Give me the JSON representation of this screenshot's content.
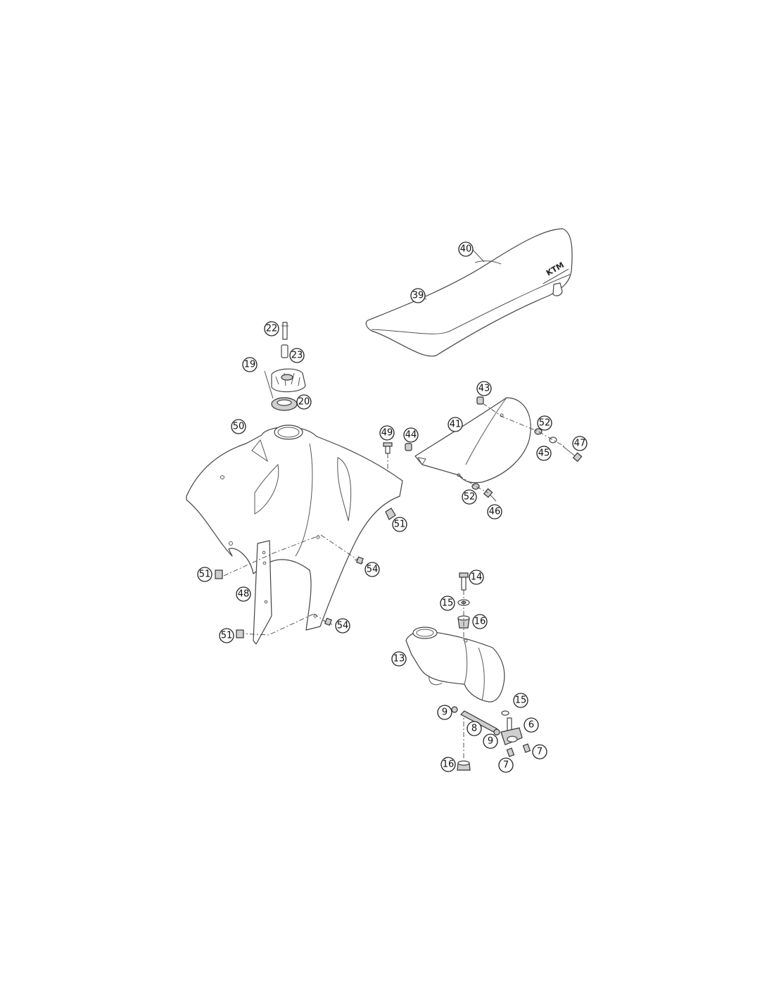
{
  "callouts": {
    "c40": "40",
    "c39": "39",
    "c22": "22",
    "c23": "23",
    "c19": "19",
    "c20": "20",
    "c50": "50",
    "c49": "49",
    "c43": "43",
    "c41": "41",
    "c44": "44",
    "c52a": "52",
    "c47": "47",
    "c45": "45",
    "c52b": "52",
    "c46": "46",
    "c51a": "51",
    "c51b": "51",
    "c54a": "54",
    "c48": "48",
    "c51c": "51",
    "c54b": "54",
    "c14": "14",
    "c15a": "15",
    "c16a": "16",
    "c13": "13",
    "c15b": "15",
    "c9a": "9",
    "c8": "8",
    "c6": "6",
    "c9b": "9",
    "c7a": "7",
    "c7b": "7",
    "c16b": "16"
  },
  "seat_logo": "KTM"
}
